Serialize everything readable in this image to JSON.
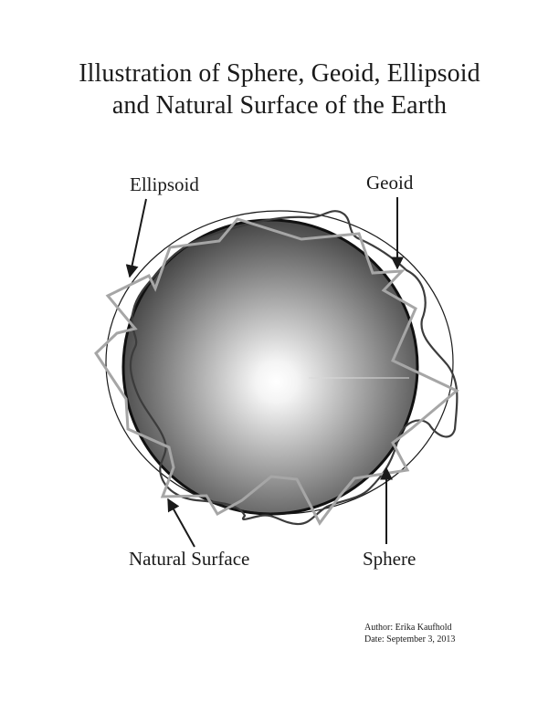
{
  "title": {
    "line1": "Illustration of Sphere, Geoid, Ellipsoid",
    "line2": "and Natural Surface of the Earth"
  },
  "labels": {
    "ellipsoid": "Ellipsoid",
    "geoid": "Geoid",
    "natural_surface": "Natural Surface",
    "sphere": "Sphere"
  },
  "credits": {
    "author": "Author: Erika Kaufhold",
    "date": "Date: September 3, 2013"
  },
  "colors": {
    "sphere_center": "#ffffff",
    "sphere_edge": "#3a3a3a",
    "natural_surface_line": "#a6a6a6",
    "geoid_line": "#3c3c3c",
    "ellipsoid_line": "#1a1a1a"
  }
}
